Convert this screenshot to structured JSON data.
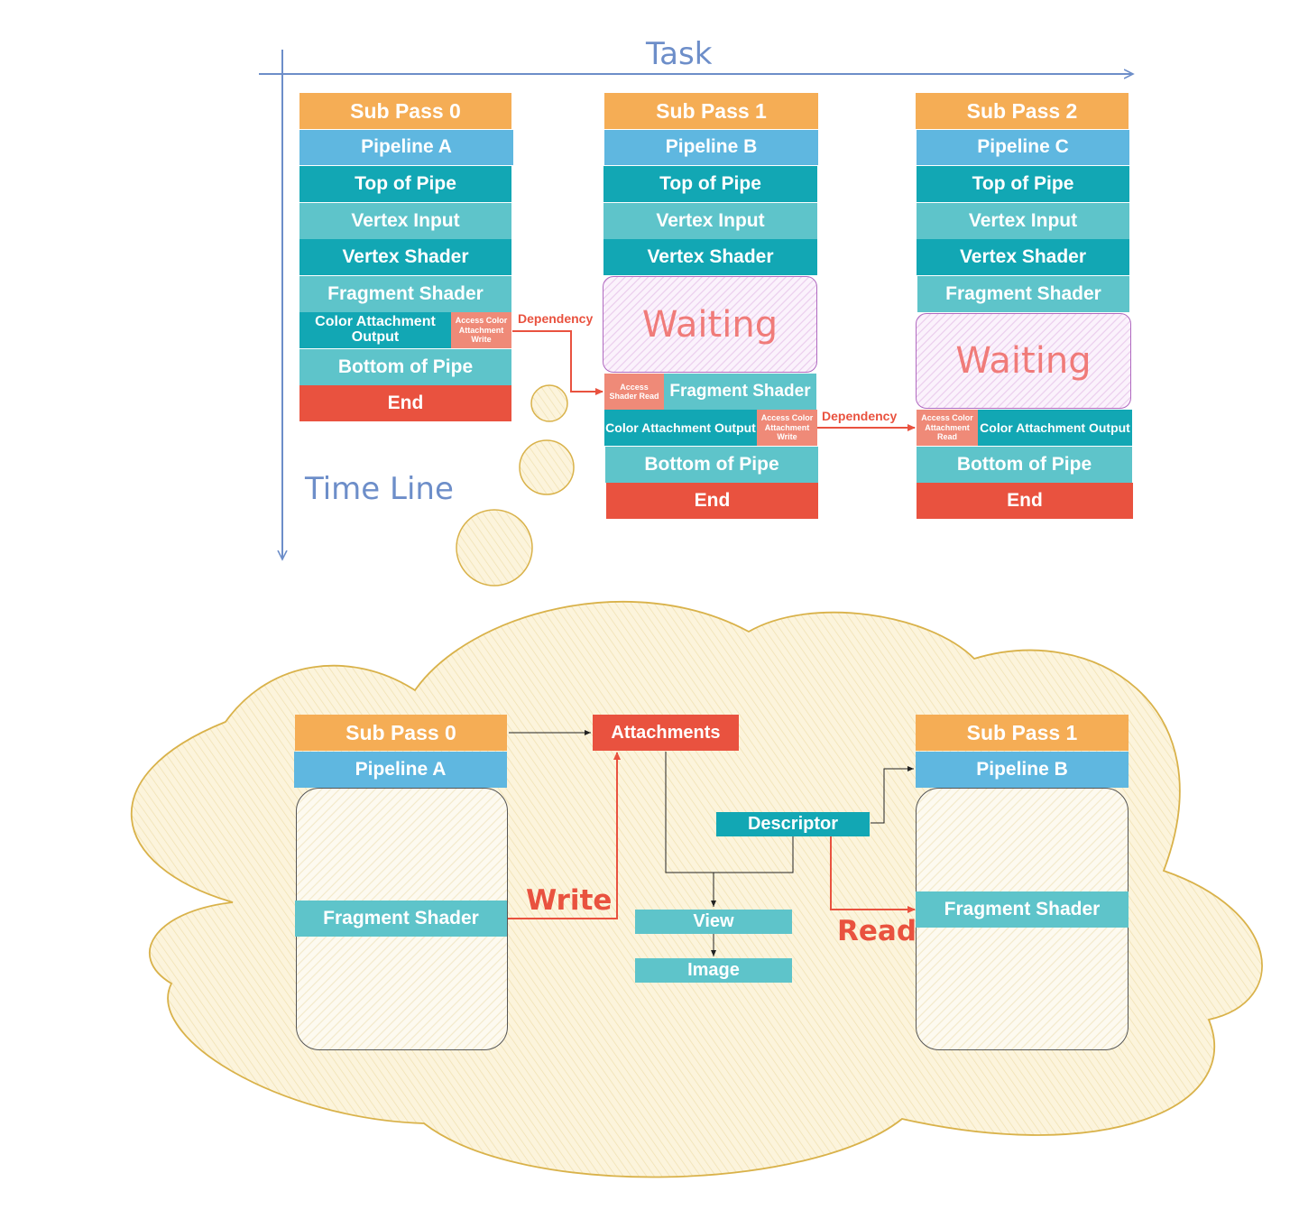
{
  "axes": {
    "task": "Task",
    "timeline": "Time Line"
  },
  "subpass0": {
    "title": "Sub Pass 0",
    "pipeline": "Pipeline A",
    "top": "Top of Pipe",
    "vinput": "Vertex Input",
    "vshader": "Vertex Shader",
    "fshader": "Fragment Shader",
    "color": "Color Attachment Output",
    "access": "Access Color Attachment Write",
    "bottom": "Bottom of Pipe",
    "end": "End"
  },
  "subpass1": {
    "title": "Sub Pass 1",
    "pipeline": "Pipeline B",
    "top": "Top of Pipe",
    "vinput": "Vertex Input",
    "vshader": "Vertex Shader",
    "waiting": "Waiting",
    "access_read": "Access Shader Read",
    "fshader": "Fragment Shader",
    "color": "Color Attachment Output",
    "access_write": "Access Color Attachment Write",
    "bottom": "Bottom of Pipe",
    "end": "End"
  },
  "subpass2": {
    "title": "Sub Pass 2",
    "pipeline": "Pipeline C",
    "top": "Top of Pipe",
    "vinput": "Vertex Input",
    "vshader": "Vertex Shader",
    "fshader": "Fragment Shader",
    "waiting": "Waiting",
    "access_read": "Access Color Attachment Read",
    "color": "Color Attachment Output",
    "bottom": "Bottom of Pipe",
    "end": "End"
  },
  "dependency_label": "Dependency",
  "cloud": {
    "sp0_title": "Sub Pass 0",
    "sp0_pipeline": "Pipeline A",
    "sp0_fshader": "Fragment Shader",
    "attachments": "Attachments",
    "descriptor": "Descriptor",
    "view": "View",
    "image": "Image",
    "sp1_title": "Sub Pass 1",
    "sp1_pipeline": "Pipeline B",
    "sp1_fshader": "Fragment Shader",
    "write": "Write",
    "read": "Read"
  },
  "colors": {
    "orange": "#f5ad55",
    "blue": "#5fb7e0",
    "teal": "#12a7b4",
    "light_teal": "#5ec4ca",
    "red": "#e9523f",
    "salmon": "#ef8a78",
    "axis": "#6d8ec9",
    "waiting_text": "#f07b79",
    "cloud": "#fcf3d9"
  }
}
